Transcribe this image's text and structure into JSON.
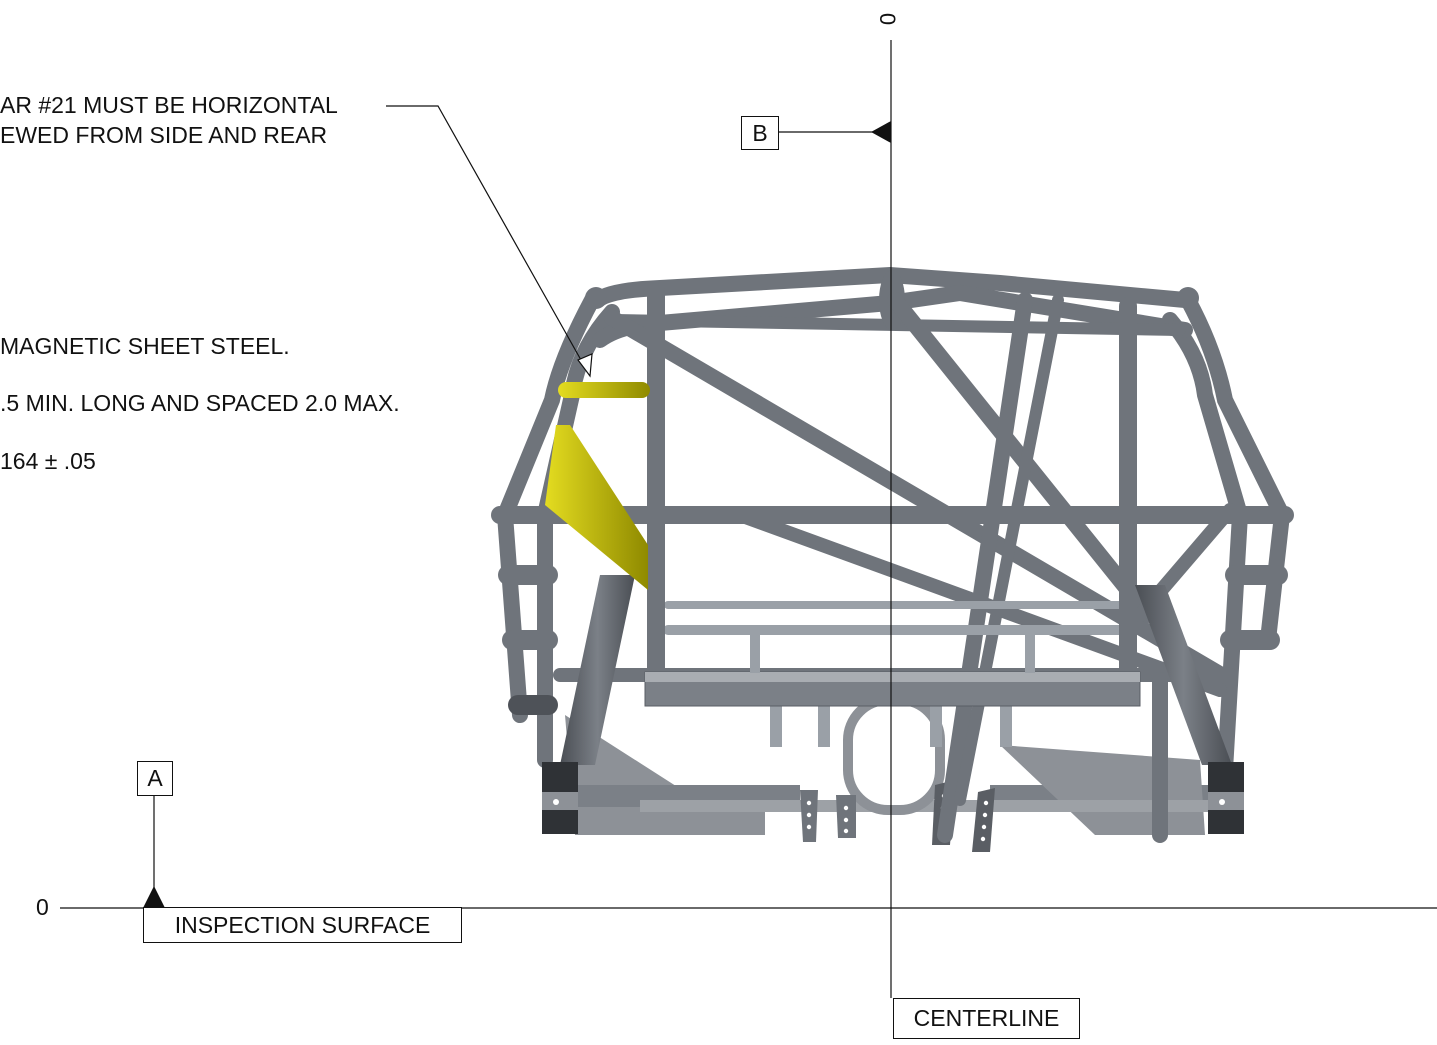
{
  "notes": {
    "note_bar_line1": "AR #21 MUST BE HORIZONTAL",
    "note_bar_line2": "EWED FROM SIDE AND REAR",
    "note_steel": "MAGNETIC SHEET STEEL.",
    "note_spacing": ".5 MIN. LONG AND SPACED 2.0 MAX.",
    "note_thickness": "164 ± .05"
  },
  "datums": {
    "a_label": "A",
    "b_label": "B"
  },
  "references": {
    "top_zero": "0",
    "left_zero": "0",
    "inspection_surface": "INSPECTION SURFACE",
    "centerline": "CENTERLINE"
  },
  "colors": {
    "tube": "#6f747b",
    "tube_highlight": "#9aa0a7",
    "tube_shadow": "#4e5258",
    "panel": "#7b8087",
    "panel_light": "#a9adb2",
    "panel_dark": "#3d4045",
    "yellow": "#c7c000",
    "yellow_dark": "#8f8a00",
    "line": "#111111"
  }
}
